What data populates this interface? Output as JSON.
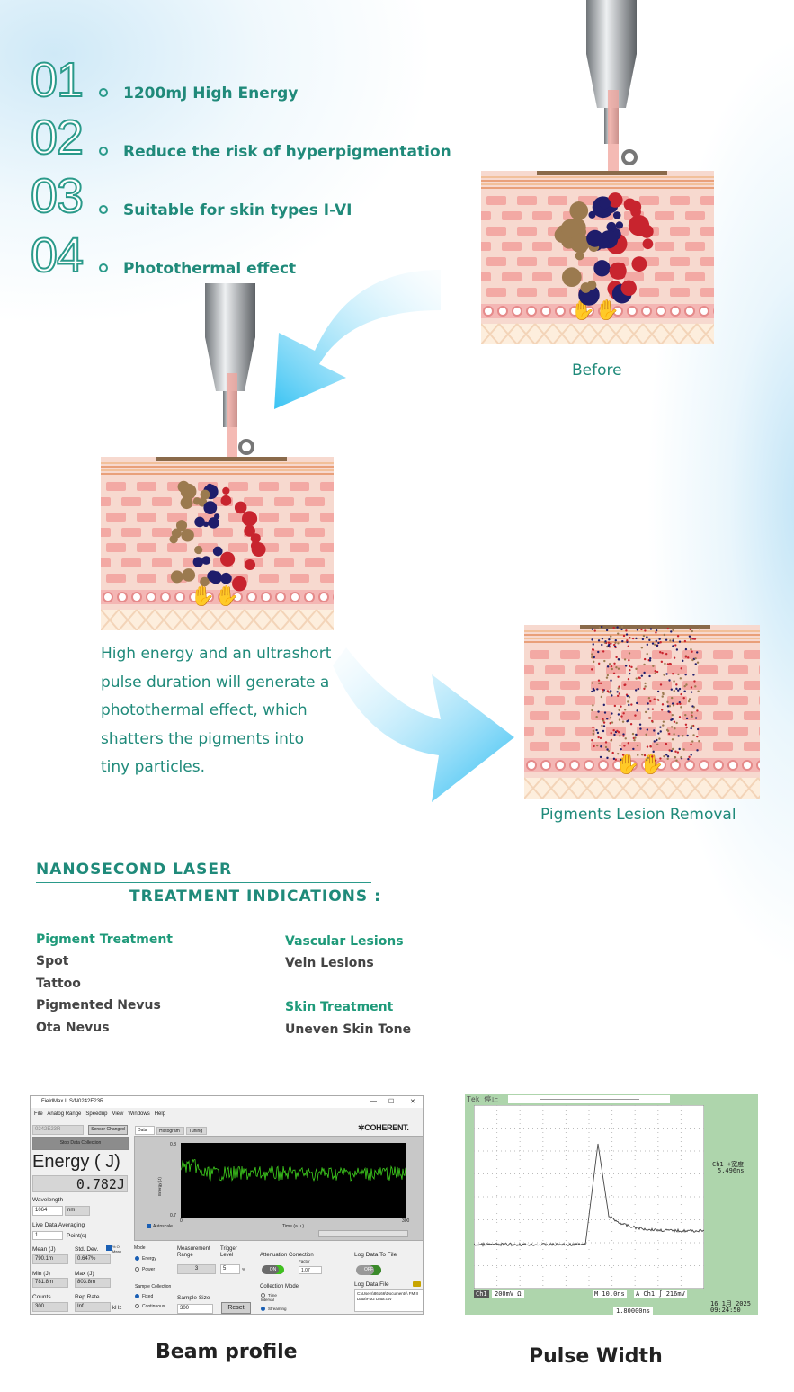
{
  "features": [
    {
      "num": "01",
      "text": "1200mJ  High Energy"
    },
    {
      "num": "02",
      "text": "Reduce the risk of hyperpigmentation"
    },
    {
      "num": "03",
      "text": "Suitable for skin types I-VI"
    },
    {
      "num": "04",
      "text": "Photothermal effect"
    }
  ],
  "diagram": {
    "before_label": "Before",
    "description": [
      "High energy and an ultrashort",
      "pulse duration will generate a",
      "photothermal effect, which",
      " shatters the pigments into",
      "tiny particles."
    ],
    "after_label": "Pigments Lesion Removal"
  },
  "indications": {
    "title_line1": "NANOSECOND LASER",
    "title_line2": "TREATMENT INDICATIONS :",
    "left": {
      "heading": "Pigment Treatment",
      "items": [
        "Spot",
        "Tattoo",
        "Pigmented Nevus",
        "Ota Nevus"
      ]
    },
    "right_a": {
      "heading": "Vascular Lesions",
      "items": [
        "Vein Lesions"
      ]
    },
    "right_b": {
      "heading": "Skin Treatment",
      "items": [
        "Uneven Skin Tone"
      ]
    }
  },
  "software": {
    "title": "FieldMax II S/N0242E23R",
    "window_controls": [
      "—",
      "☐",
      "✕"
    ],
    "menu": [
      "File",
      "Analog Range",
      "Speedup",
      "View",
      "Windows",
      "Help"
    ],
    "sensor_select": "0242E23R",
    "sensor_changed_button": "Sensor Changed",
    "stop_button": "Stop Data Collection",
    "energy_label": "Energy ( J)",
    "energy_value": "0.782J",
    "wavelength_label": "Wavelength",
    "wavelength_value": "1064",
    "wavelength_unit": "nm",
    "averaging_label": "Live Data Averaging",
    "averaging_value": "1",
    "averaging_unit": "Point(s)",
    "mean_label": "Mean (J)",
    "mean_value": "790.1m",
    "std_label": "Std. Dev.",
    "std_value": "0.647%",
    "pct_mean_label": "% Of Mean",
    "min_label": "Min (J)",
    "min_value": "781.8m",
    "max_label": "Max (J)",
    "max_value": "803.8m",
    "counts_label": "Counts",
    "counts_value": "300",
    "rep_label": "Rep Rate",
    "rep_value": "Inf",
    "rep_unit": "kHz",
    "tabs": [
      "Data",
      "Histogram",
      "Tuning"
    ],
    "brand": "COHERENT.",
    "plot": {
      "ylabel": "Energy (J)",
      "ymax": "0.8",
      "ymin": "0.7",
      "xmin": "0",
      "xmax": "300",
      "xlabel": "Time (a.u.)",
      "autoscale": "Autoscale"
    },
    "mode_label": "Mode",
    "mode_energy": "Energy",
    "mode_power": "Power",
    "range_label": "Measurement Range",
    "range_value": "3",
    "trigger_label": "Trigger Level",
    "trigger_value": "5",
    "trigger_unit": "%",
    "atten_label": "Attenuation Correction",
    "factor_label": "Factor",
    "factor_value": "1.07",
    "atten_toggle": "ON",
    "sample_label": "Sample Collection",
    "sample_fixed": "Fixed",
    "sample_cont": "Continuous",
    "size_label": "Sample Size",
    "size_value": "300",
    "reset_button": "Reset",
    "collect_label": "Collection Mode",
    "collect_time": "Time Interval",
    "collect_stream": "Streaming",
    "log_label": "Log Data To File",
    "log_toggle": "OFF",
    "logfile_label": "Log Data File",
    "logfile_path": "C:\\Users\\86166\\Documents\\ FM II Data\\FM2 Data.csv",
    "accent": "#1a5fb4",
    "trace_color": "#3fd21e"
  },
  "scope": {
    "status": "Tek 停止",
    "measure_name": "Ch1 +宽度",
    "measure_value": "5.496ns",
    "ch_badge": "Ch1",
    "ch_scale": "200mV Ω",
    "timebase": "M 10.0ns",
    "trigger": "A  Ch1  ∫   216mV",
    "position": "1.80000ns",
    "date": "16 1月  2025",
    "time": "09:24:50",
    "bg_color": "#aed5ac"
  },
  "captions": {
    "left": "Beam profile",
    "right": "Pulse Width"
  }
}
